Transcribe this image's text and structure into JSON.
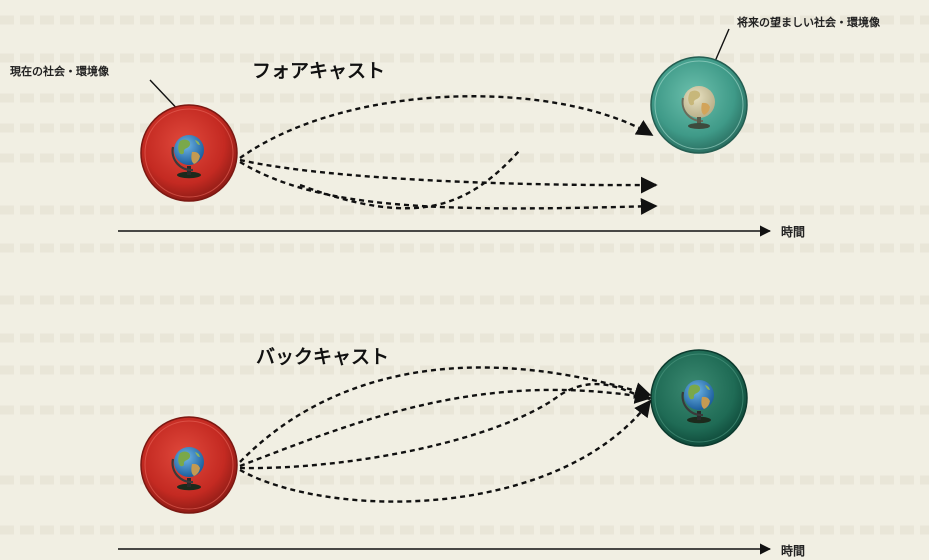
{
  "forecast": {
    "title": "フォアキャスト",
    "present_label": "現在の社会・環境像",
    "future_label": "将来の望ましい社会・環境像",
    "time_label": "時間"
  },
  "backcast": {
    "title": "バックキャスト",
    "time_label": "時間"
  },
  "colors": {
    "present_ring": "#c42a22",
    "forecast_future_ring": "#3f9a88",
    "backcast_future_ring": "#1f6b55",
    "ink": "#111111",
    "paper": "#f1efe3"
  },
  "icons": [
    "globe-icon"
  ]
}
